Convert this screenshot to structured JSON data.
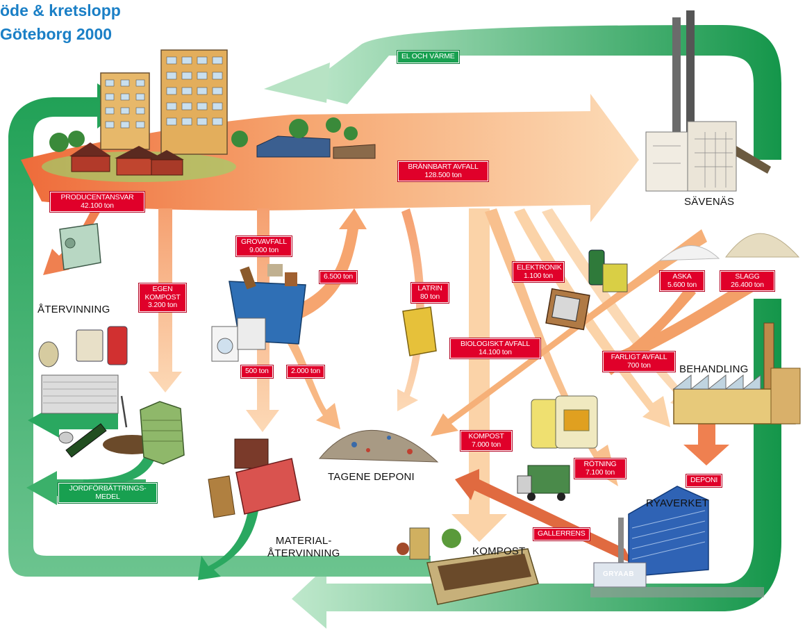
{
  "title": {
    "line1": "öde & kretslopp",
    "line2": "Göteborg 2000"
  },
  "labels": {
    "el_och_varme": "EL OCH VÄRME",
    "brannbart_name": "BRÄNNBART AVFALL",
    "brannbart_value": "128.500 ton",
    "producent_name": "PRODUCENTANSVAR",
    "producent_value": "42.100 ton",
    "egen_name_1": "EGEN",
    "egen_name_2": "KOMPOST",
    "egen_value": "3.200 ton",
    "grovavfall_name": "GROVAVFALL",
    "grovavfall_value": "9.000 ton",
    "t6500": "6.500 ton",
    "t500": "500 ton",
    "t2000": "2.000 ton",
    "latrin_name": "LATRIN",
    "latrin_value": "80 ton",
    "bio_name": "BIOLOGISKT AVFALL",
    "bio_value": "14.100 ton",
    "elektronik_name": "ELEKTRONIK",
    "elektronik_value": "1.100 ton",
    "aska_name": "ASKA",
    "aska_value": "5.600 ton",
    "slagg_name": "SLAGG",
    "slagg_value": "26.400 ton",
    "farligt_name": "FARLIGT AVFALL",
    "farligt_value": "700 ton",
    "kompost_name": "KOMPOST",
    "kompost_value": "7.000 ton",
    "rotning_name": "RÖTNING",
    "rotning_value": "7.100 ton",
    "deponi": "DEPONI",
    "gallerrens": "GALLERRENS",
    "jord_1": "JORDFÖRBÄTTRINGS-",
    "jord_2": "MEDEL"
  },
  "places": {
    "savenas": "SÄVENÄS",
    "atervinning": "ÅTERVINNING",
    "behandling": "BEHANDLING",
    "tagene": "TAGENE DEPONI",
    "ryaverket": "RYAVERKET",
    "material_1": "MATERIAL-",
    "material_2": "ÅTERVINNING",
    "kompost": "KOMPOST",
    "gryaab": "GRYAAB"
  },
  "colors": {
    "flow_orange": "#f7b078",
    "flow_light": "#fbd9b4",
    "flow_red": "#e85a30",
    "green_loop": "#1fa055",
    "label_red": "#e0002a",
    "label_green": "#18a050",
    "title_blue": "#1a7fc6"
  },
  "icons": [
    "apartment-building-icon",
    "house-icon",
    "smokestack-plant-icon",
    "recycling-bin-icon",
    "compost-bin-icon",
    "skip-container-icon",
    "latrine-box-icon",
    "tv-icon",
    "chemical-canister-icon",
    "ash-pile-icon",
    "slag-pile-icon",
    "factory-icon",
    "landfill-pile-icon",
    "furniture-icon",
    "truck-icon",
    "treatment-plant-icon",
    "compost-bed-icon"
  ]
}
